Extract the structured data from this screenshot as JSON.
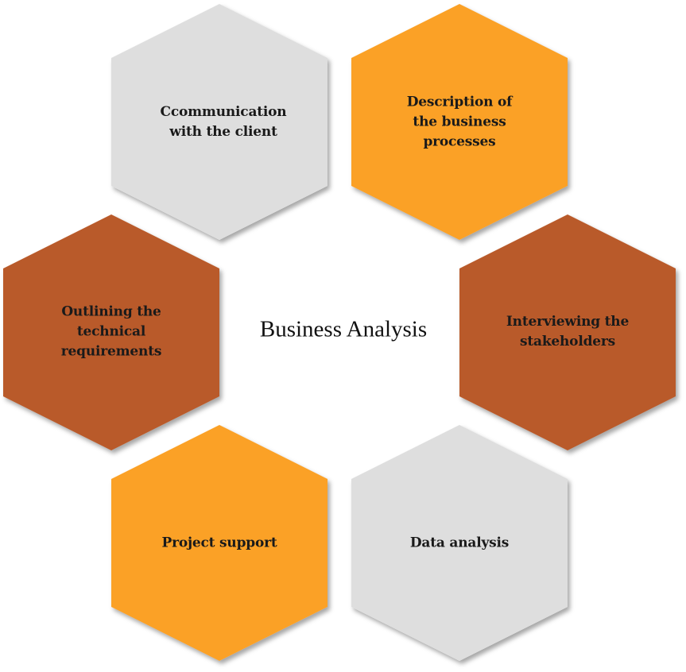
{
  "title": "Business Analysis",
  "colors": {
    "grey": "#dedede",
    "orange": "#fba126",
    "rust": "#b95a29"
  },
  "hexagons": [
    {
      "label": "Ccommunication with the client",
      "color": "grey"
    },
    {
      "label": "Description of the business processes",
      "color": "orange"
    },
    {
      "label": "Interviewing the stakeholders",
      "color": "rust"
    },
    {
      "label": "Data analysis",
      "color": "grey"
    },
    {
      "label": "Project support",
      "color": "orange"
    },
    {
      "label": "Outlining the technical requirements",
      "color": "rust"
    }
  ]
}
